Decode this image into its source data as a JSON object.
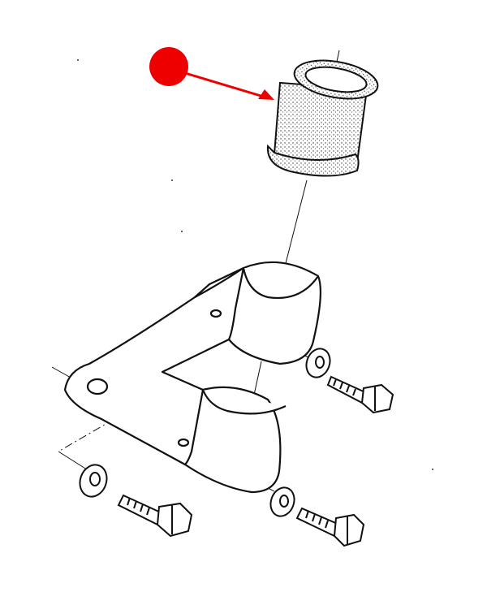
{
  "diagram": {
    "type": "exploded-parts-drawing",
    "parts": [
      "bushing",
      "bracket",
      "washer",
      "bolt"
    ],
    "colors": {
      "background": "#ffffff",
      "line": "#111111",
      "marker": "#ee0000",
      "stipple": "#555555"
    },
    "callout": {
      "shape": "dot-with-arrow",
      "target": "bushing"
    }
  }
}
